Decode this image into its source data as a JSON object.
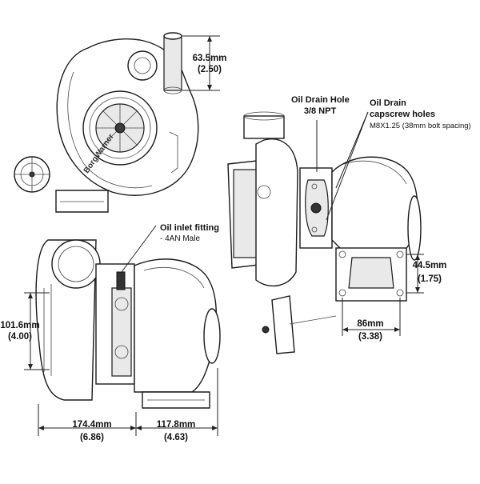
{
  "views": {
    "front": {
      "brand_text": "BorgWarner",
      "dim_outlet": {
        "mm": "63.5mm",
        "in": "(2.50)"
      }
    },
    "side": {
      "callout_oil_inlet": {
        "line1": "Oil inlet fitting",
        "line2": "- 4AN Male"
      },
      "dim_height": {
        "mm": "101.6mm",
        "in": "(4.00)"
      },
      "dim_width_left": {
        "mm": "174.4mm",
        "in": "(6.86)"
      },
      "dim_width_right": {
        "mm": "117.8mm",
        "in": "(4.63)"
      }
    },
    "rear": {
      "callout_drain_hole": {
        "line1": "Oil Drain Hole",
        "line2": "3/8 NPT"
      },
      "callout_capscrew": {
        "line1": "Oil Drain",
        "line2": "capscrew holes",
        "line3": "M8X1.25 (38mm bolt spacing)"
      },
      "dim_flange_height": {
        "mm": "44.5mm",
        "in": "(1.75)"
      },
      "dim_flange_width": {
        "mm": "86mm",
        "in": "(3.38)"
      }
    }
  }
}
